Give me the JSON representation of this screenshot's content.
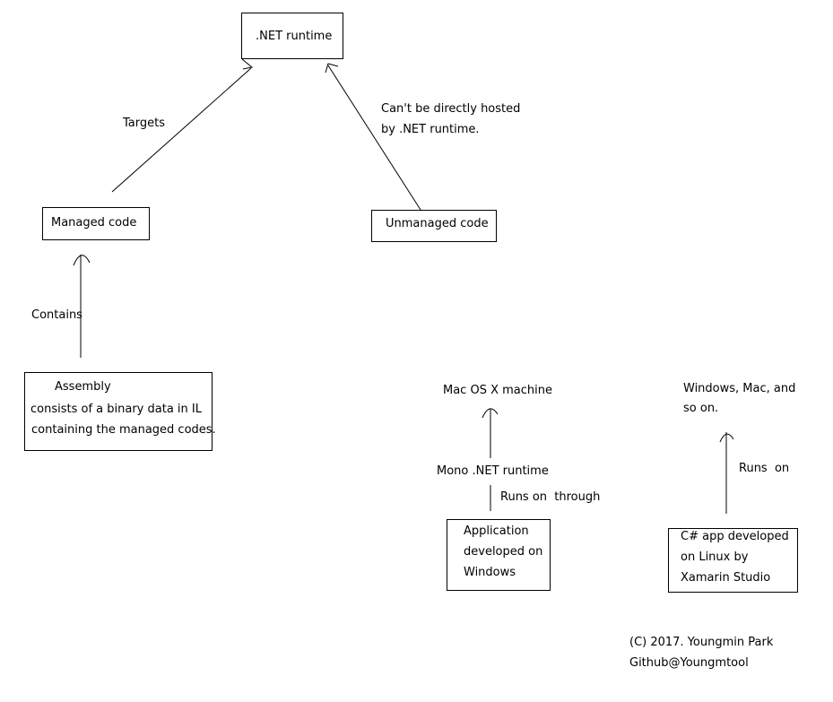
{
  "nodes": {
    "net_runtime": ".NET runtime",
    "managed_code": "Managed code",
    "unmanaged_code": "Unmanaged code",
    "assembly": {
      "title": "Assembly",
      "line1": "consists of a binary data in IL",
      "line2": "containing the managed codes."
    },
    "application": {
      "line1": "Application",
      "line2": "developed on",
      "line3": "Windows"
    },
    "csharp_app": {
      "line1": "C# app developed",
      "line2": "on Linux by",
      "line3": "Xamarin Studio"
    }
  },
  "labels": {
    "targets": "Targets",
    "cant_hosted_1": "Can't be directly hosted",
    "cant_hosted_2": "by .NET runtime.",
    "contains": "Contains",
    "mac_machine": "Mac OS X machine",
    "mono_runtime": "Mono .NET runtime",
    "runs_on_through": "Runs on  through",
    "windows_mac_1": "Windows, Mac, and",
    "windows_mac_2": "so on.",
    "runs_on": "Runs  on"
  },
  "footer": {
    "copyright": "(C) 2017. Youngmin Park",
    "github": "Github@Youngmtool"
  }
}
